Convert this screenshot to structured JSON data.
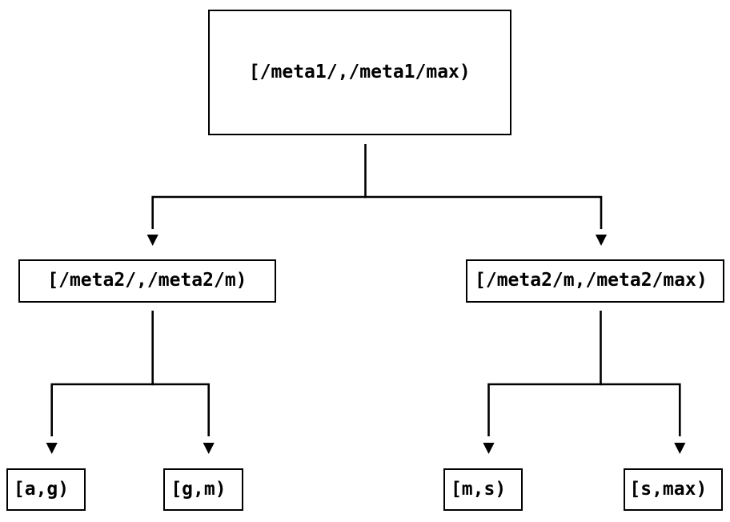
{
  "diagram": {
    "type": "tree",
    "description": "Two-level range partition tree of key intervals",
    "colors": {
      "stroke": "#000000",
      "background": "#ffffff",
      "text": "#000000"
    },
    "nodes": {
      "root": {
        "label": "[/meta1/,/meta1/max)"
      },
      "mid_l": {
        "label": "[/meta2/,/meta2/m)"
      },
      "mid_r": {
        "label": "[/meta2/m,/meta2/max)"
      },
      "leaf_1": {
        "label": "[a,g)"
      },
      "leaf_2": {
        "label": "[g,m)"
      },
      "leaf_3": {
        "label": "[m,s)"
      },
      "leaf_4": {
        "label": "[s,max)"
      }
    },
    "edges": [
      {
        "from": "root",
        "to": "mid_l"
      },
      {
        "from": "root",
        "to": "mid_r"
      },
      {
        "from": "mid_l",
        "to": "leaf_1"
      },
      {
        "from": "mid_l",
        "to": "leaf_2"
      },
      {
        "from": "mid_r",
        "to": "leaf_3"
      },
      {
        "from": "mid_r",
        "to": "leaf_4"
      }
    ]
  }
}
